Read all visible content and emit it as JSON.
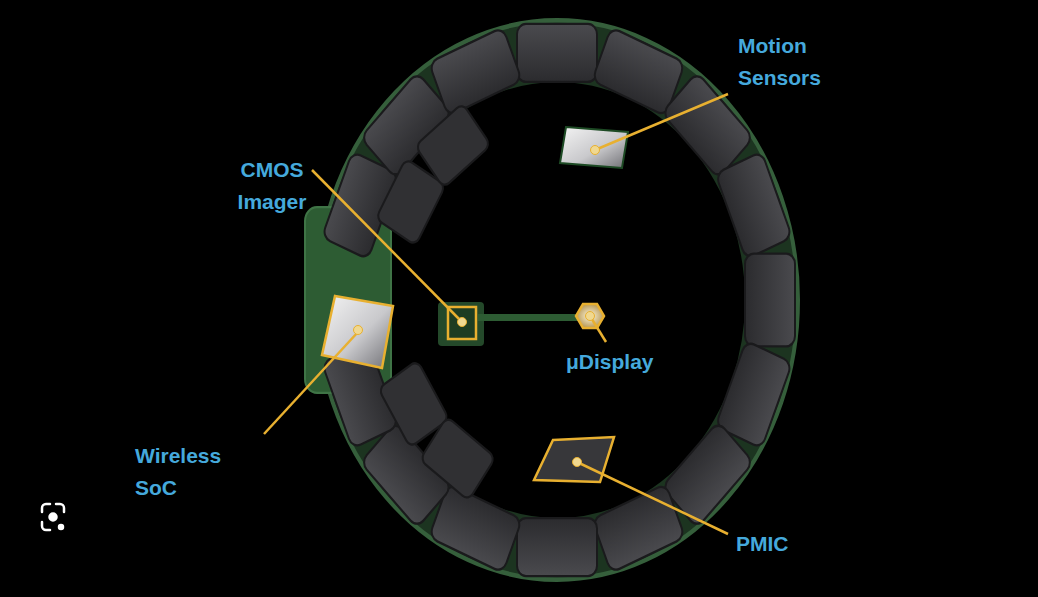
{
  "diagram": {
    "labels": [
      "Motion Sensors",
      "CMOS Imager",
      "μDisplay",
      "Wireless SoC",
      "PMIC"
    ]
  }
}
